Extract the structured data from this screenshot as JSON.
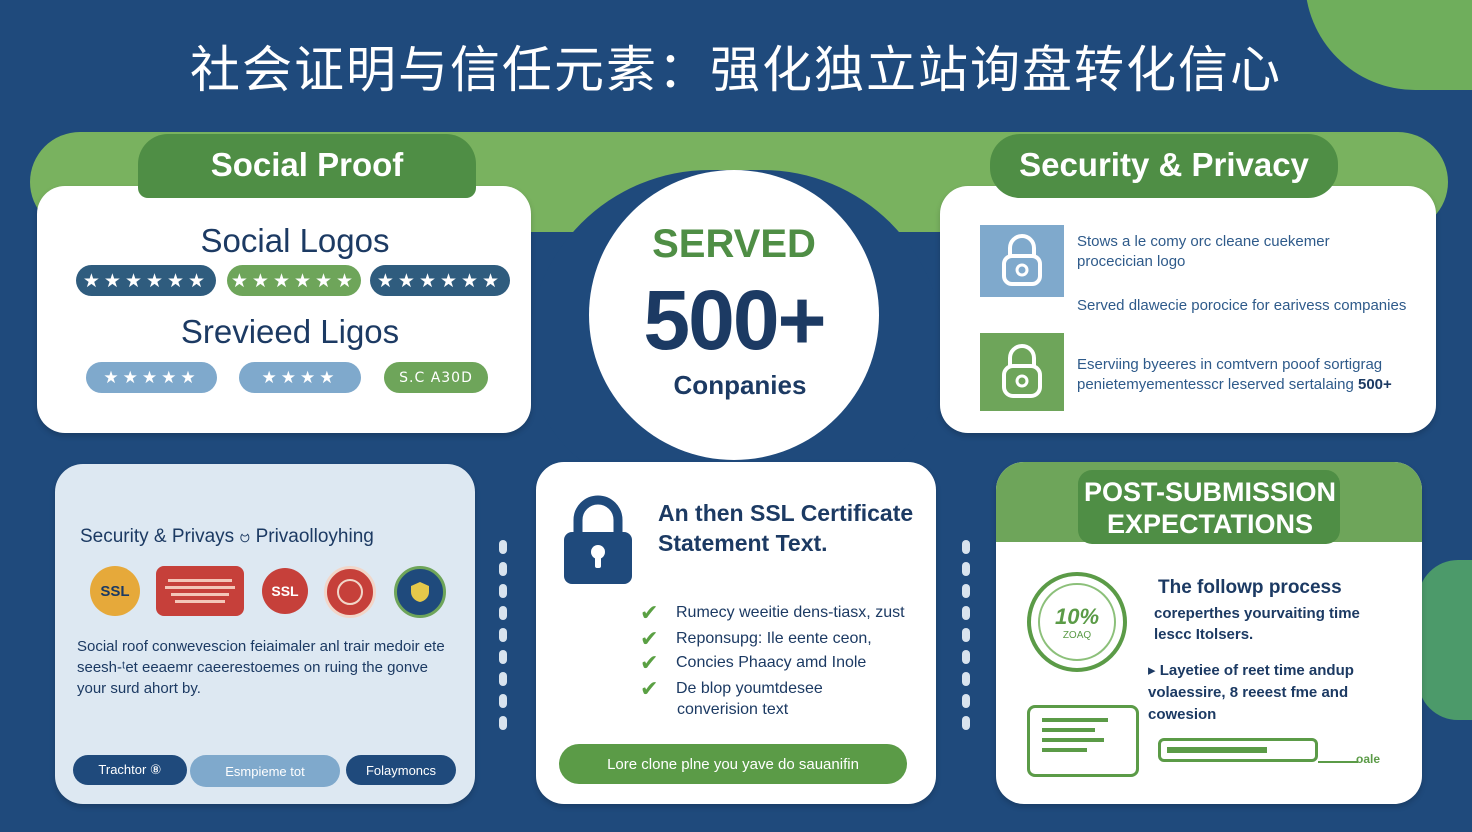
{
  "title": "社会证明与信任元素：强化独立站询盘转化信心",
  "colors": {
    "navy": "#1f4a7c",
    "green": "#5b9b47",
    "light_blue": "#7fa9cc",
    "white": "#ffffff"
  },
  "social_proof": {
    "header": "Social Proof",
    "social_logos_title": "Social Logos",
    "star_rows": [
      {
        "stars": "★★★★★★",
        "color": "#2f5c7e"
      },
      {
        "stars": "★★★★★★",
        "color": "#6ea55a"
      },
      {
        "stars": "★★★★★★",
        "color": "#2f5c7e"
      }
    ],
    "reviewed_title": "Srevieed Ligos",
    "second_row": [
      {
        "text": "★★★★★",
        "color": "#7fa9cc"
      },
      {
        "text": "★★★★",
        "color": "#7fa9cc"
      },
      {
        "text": "S.C A30D",
        "color": "#6ea55a"
      }
    ]
  },
  "center": {
    "served": "SERVED",
    "number": "500+",
    "companies": "Conpanies"
  },
  "security_privacy": {
    "header": "Security & Privacy",
    "items": [
      {
        "icon": "lock-icon",
        "text": "Stows a le comy orc cleane cuekemer procecician logo"
      },
      {
        "icon": "",
        "text": "Served dlawecie porocice for earivess companies"
      },
      {
        "icon": "lock-icon",
        "text": "Eserviing byeeres in comtvern pooof sortigrag penietemyementesscr leserved sertalaing",
        "emph": "500+"
      }
    ]
  },
  "bottom_left": {
    "title": "Security & Privays ဗ Privaolloyhing",
    "badges": [
      {
        "label": "SSL",
        "icon": "ssl-badge-icon"
      },
      {
        "label": "",
        "icon": "secured-seal-icon"
      },
      {
        "label": "SSL",
        "icon": "ssl-red-badge-icon"
      },
      {
        "label": "",
        "icon": "round-seal-icon"
      },
      {
        "label": "",
        "icon": "shield-emblem-icon"
      }
    ],
    "body": "Social roof conwevescion feiaimaler anl trair medoir ete seesh-ᵗet eeaemr caeerestoemes on ruing the gonve your surd ahort by.",
    "buttons": [
      "Trachtor ⑧",
      "Esmpieme tot",
      "Folaymoncs"
    ]
  },
  "bottom_center": {
    "title": "An then SSL Certificate Statement Text.",
    "checks": [
      "Rumecy weeitie dens-tiasx, zust",
      "Reponsupg: Ile eente ceon,",
      "Concies  Phaacy amd Inole",
      "De blop youmtdesee"
    ],
    "check_continuation": "converision text",
    "cta": "Lore clone plne you yave do sauanifin"
  },
  "post_submission": {
    "header_line1": "POST-SUBMISSION",
    "header_line2": "EXPECTATIONS",
    "seal_text": "10%",
    "seal_sub": "ZOAQ",
    "follow_title": "The followp process",
    "follow_body": "coreperthes yourvaiting time lescc Itolsers.",
    "bullet": "Layetiee of reet time andup volaessire, 8 reeest fme and cowesion",
    "small_label": "oale"
  }
}
